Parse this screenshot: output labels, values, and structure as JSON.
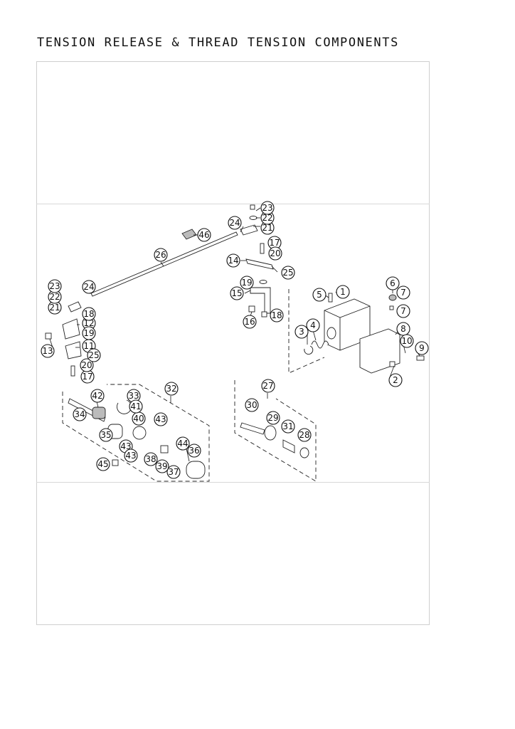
{
  "title": "TENSION RELEASE & THREAD TENSION COMPONENTS",
  "callouts": [
    "1",
    "2",
    "3",
    "4",
    "5",
    "6",
    "7",
    "7",
    "8",
    "9",
    "10",
    "11",
    "12",
    "13",
    "14",
    "15",
    "16",
    "17",
    "17",
    "18",
    "18",
    "19",
    "19",
    "20",
    "20",
    "21",
    "21",
    "22",
    "22",
    "23",
    "23",
    "24",
    "24",
    "25",
    "25",
    "26",
    "27",
    "28",
    "29",
    "30",
    "31",
    "32",
    "33",
    "34",
    "35",
    "36",
    "37",
    "38",
    "39",
    "40",
    "41",
    "42",
    "43",
    "43",
    "43",
    "44",
    "45",
    "46"
  ]
}
